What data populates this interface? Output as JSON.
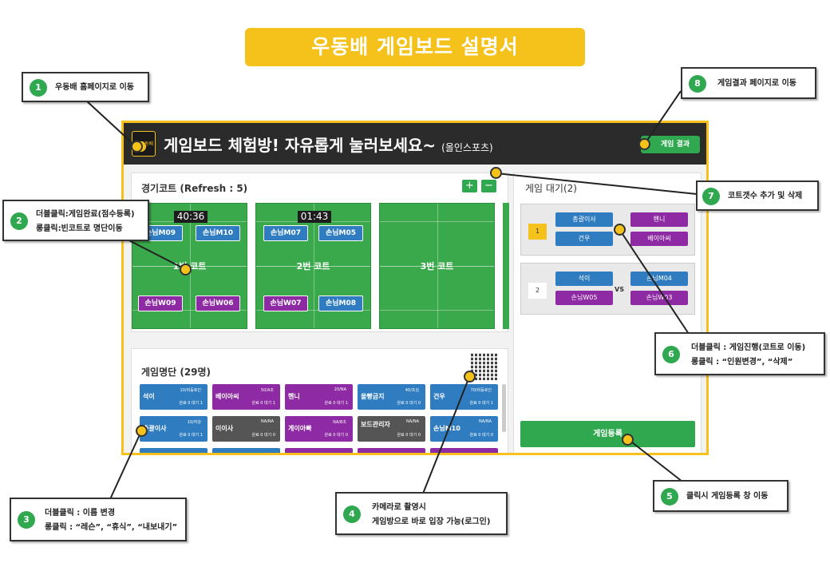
{
  "banner": "우동배 게임보드 설명서",
  "app": {
    "logo_text": "우동배",
    "title": "게임보드 체험방! 자유롭게 눌러보세요~",
    "subtitle": "(올인스포츠)",
    "result_button": "게임 결과"
  },
  "courts": {
    "title": "경기코트 (Refresh : 5)",
    "plus": "+",
    "minus": "−",
    "items": [
      {
        "name": "1번 코트",
        "timer": "40:36",
        "players": [
          "손님M09",
          "손님M10",
          "손님W09",
          "손님W06"
        ]
      },
      {
        "name": "2번 코트",
        "timer": "01:43",
        "players": [
          "손님M07",
          "손님M05",
          "손님W07",
          "손님M08"
        ]
      },
      {
        "name": "3번 코트"
      }
    ]
  },
  "list": {
    "title": "게임명단 (29명)",
    "cards": [
      {
        "name": "석이",
        "tag": "10/비등호인",
        "stats": "완료 0  대기 1"
      },
      {
        "name": "베이아씨",
        "tag": "50/A조",
        "stats": "완료 0  대기 1"
      },
      {
        "name": "헨니",
        "tag": "20/NA",
        "stats": "완료 0  대기 1"
      },
      {
        "name": "올빵금지",
        "tag": "40/조심",
        "stats": "완료 0  대기 0"
      },
      {
        "name": "건우",
        "tag": "70/비등호인",
        "stats": "완료 0  대기 1"
      },
      {
        "name": "총괄이사",
        "tag": "10/자강",
        "stats": "완료 0  대기 1"
      },
      {
        "name": "이이사",
        "tag": "NA/NA",
        "stats": "완료 0  대기 0"
      },
      {
        "name": "게이아빠",
        "tag": "NA/B조",
        "stats": "완료 0  대기 0"
      },
      {
        "name": "보드관리자",
        "tag": "NA/NA",
        "stats": "완료 0  대기 0"
      },
      {
        "name": "손님M10",
        "tag": "NA/NA",
        "stats": "완료 0  대기 0"
      }
    ]
  },
  "waiting": {
    "title": "게임 대기(2)",
    "games": [
      {
        "num": "1",
        "team_a": [
          "총괄이사",
          "건우"
        ],
        "team_b": [
          "헨니",
          "베이아씨"
        ]
      },
      {
        "num": "2",
        "team_a": [
          "석이",
          "손님W05"
        ],
        "vs": "VS",
        "team_b": [
          "손님M04",
          "손님W03"
        ]
      }
    ],
    "register_button": "게임등록"
  },
  "callouts": [
    {
      "num": "1",
      "lines": [
        "우동배 홈페이지로 이동"
      ]
    },
    {
      "num": "2",
      "lines": [
        "더블클릭:게임완료(점수등록)",
        "롱클릭:빈코트로 명단이동"
      ]
    },
    {
      "num": "3",
      "lines": [
        "더블클릭 : 이름 변경",
        "롱클릭 : “레슨”, “휴식”, “내보내기”"
      ]
    },
    {
      "num": "4",
      "lines": [
        "카메라로 촬영시",
        "게임방으로 바로 입장 가능(로그인)"
      ]
    },
    {
      "num": "5",
      "lines": [
        "클릭시 게임등록 창 이동"
      ]
    },
    {
      "num": "6",
      "lines": [
        "더블클릭 : 게임진행(코트로 이동)",
        "롱클릭 : “인원변경”, “삭제”"
      ]
    },
    {
      "num": "7",
      "lines": [
        "코트갯수 추가 및 삭제"
      ]
    },
    {
      "num": "8",
      "lines": [
        "게임결과 페이지로 이동"
      ]
    }
  ],
  "colors": {
    "accent": "#f5c21b",
    "green": "#2fa84f",
    "blue": "#2f7dc0",
    "purple": "#8e2aa3",
    "header": "#2b2b2b"
  }
}
